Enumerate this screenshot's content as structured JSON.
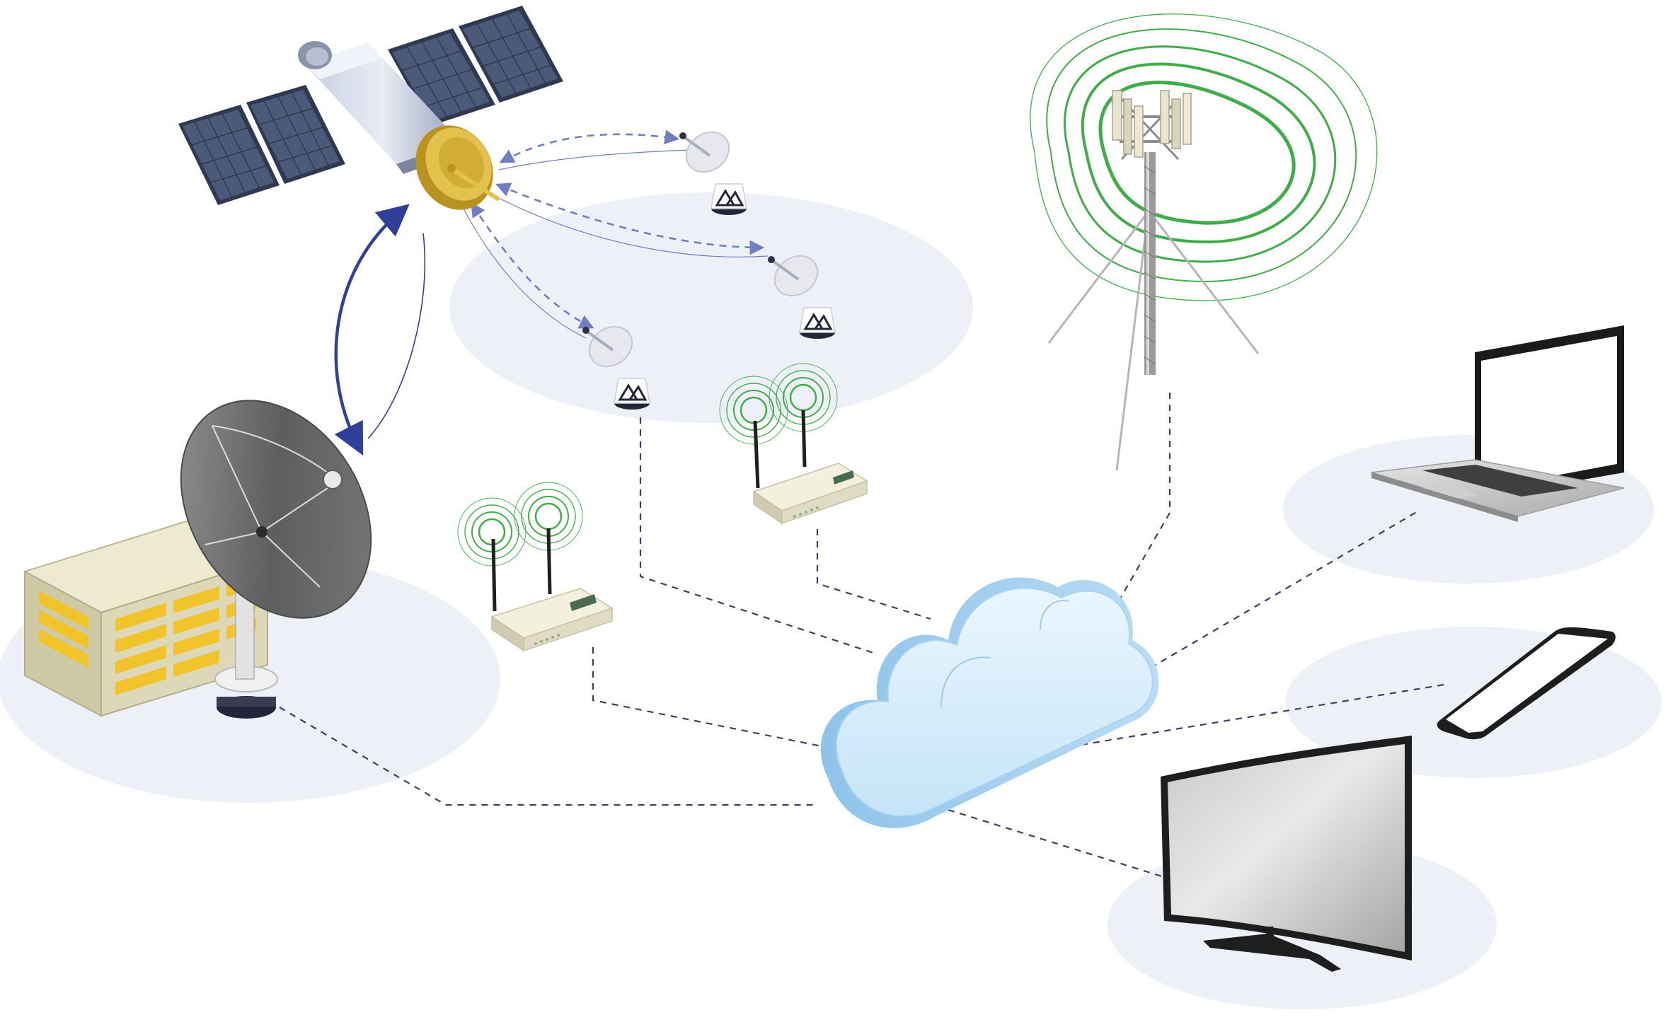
{
  "diagram": {
    "type": "network-connectivity-illustration",
    "labels": [],
    "hub": "cloud",
    "nodes": [
      {
        "id": "satellite",
        "kind": "communication-satellite"
      },
      {
        "id": "ground-dish-1",
        "kind": "satellite-ground-dish"
      },
      {
        "id": "ground-dish-2",
        "kind": "satellite-ground-dish"
      },
      {
        "id": "ground-dish-3",
        "kind": "satellite-ground-dish"
      },
      {
        "id": "teleport-dish",
        "kind": "large-parabolic-dish"
      },
      {
        "id": "data-center",
        "kind": "building"
      },
      {
        "id": "router-1",
        "kind": "wifi-router"
      },
      {
        "id": "router-2",
        "kind": "wifi-router"
      },
      {
        "id": "cell-tower",
        "kind": "cellular-tower"
      },
      {
        "id": "cloud",
        "kind": "cloud"
      },
      {
        "id": "laptop",
        "kind": "laptop"
      },
      {
        "id": "smartphone",
        "kind": "smartphone"
      },
      {
        "id": "television",
        "kind": "curved-tv"
      }
    ],
    "links": [
      {
        "from": "satellite",
        "to": "teleport-dish",
        "style": "solid-bidirectional"
      },
      {
        "from": "satellite",
        "to": "ground-dish-1",
        "style": "dashed-bidirectional"
      },
      {
        "from": "satellite",
        "to": "ground-dish-2",
        "style": "dashed-bidirectional"
      },
      {
        "from": "satellite",
        "to": "ground-dish-3",
        "style": "dashed-bidirectional"
      },
      {
        "from": "teleport-dish",
        "to": "cloud",
        "style": "dashed"
      },
      {
        "from": "ground-dish-3",
        "to": "cloud",
        "style": "dashed"
      },
      {
        "from": "router-1",
        "to": "cloud",
        "style": "dashed"
      },
      {
        "from": "router-2",
        "to": "cloud",
        "style": "dashed"
      },
      {
        "from": "cell-tower",
        "to": "cloud",
        "style": "dashed"
      },
      {
        "from": "cloud",
        "to": "laptop",
        "style": "dashed"
      },
      {
        "from": "cloud",
        "to": "smartphone",
        "style": "dashed"
      },
      {
        "from": "cloud",
        "to": "television",
        "style": "dashed"
      }
    ]
  },
  "colors": {
    "background": "#ffffff",
    "platform": "#eef0f7",
    "dashed_link": "#3a3f66",
    "sat_arrow": "#2f3f9a",
    "sat_dashed": "#6f7fc4",
    "signal": "#3fae49",
    "cloud_light": "#e6f3fc",
    "cloud_mid": "#b8dcf5",
    "cloud_dark": "#8ec3ea",
    "solar_panel": "#3d4a63",
    "dish_gold": "#d6b13a",
    "building": "#d8d4b0",
    "window": "#f2c42c"
  }
}
